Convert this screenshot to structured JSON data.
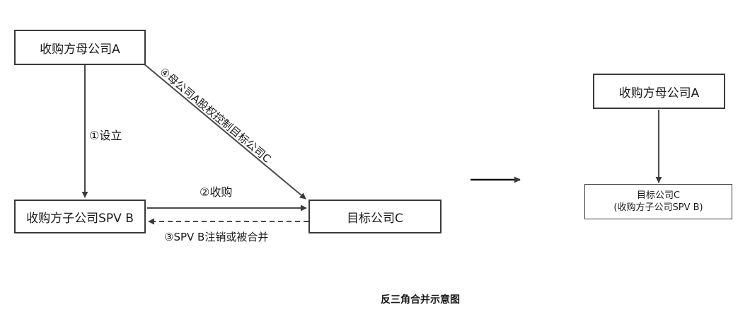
{
  "left": {
    "parent_box": "收购方母公司A",
    "spv_box": "收购方子公司SPV B",
    "target_box": "目标公司C",
    "edge_setup": "①设立",
    "edge_acquire": "②收购",
    "edge_merge": "③SPV B注销或被合并",
    "edge_control": "④母公司A股权控制目标公司C"
  },
  "right": {
    "parent_box": "收购方母公司A",
    "target_line1": "目标公司C",
    "target_line2": "(收购方子公司SPV B)"
  },
  "caption": "反三角合并示意图"
}
